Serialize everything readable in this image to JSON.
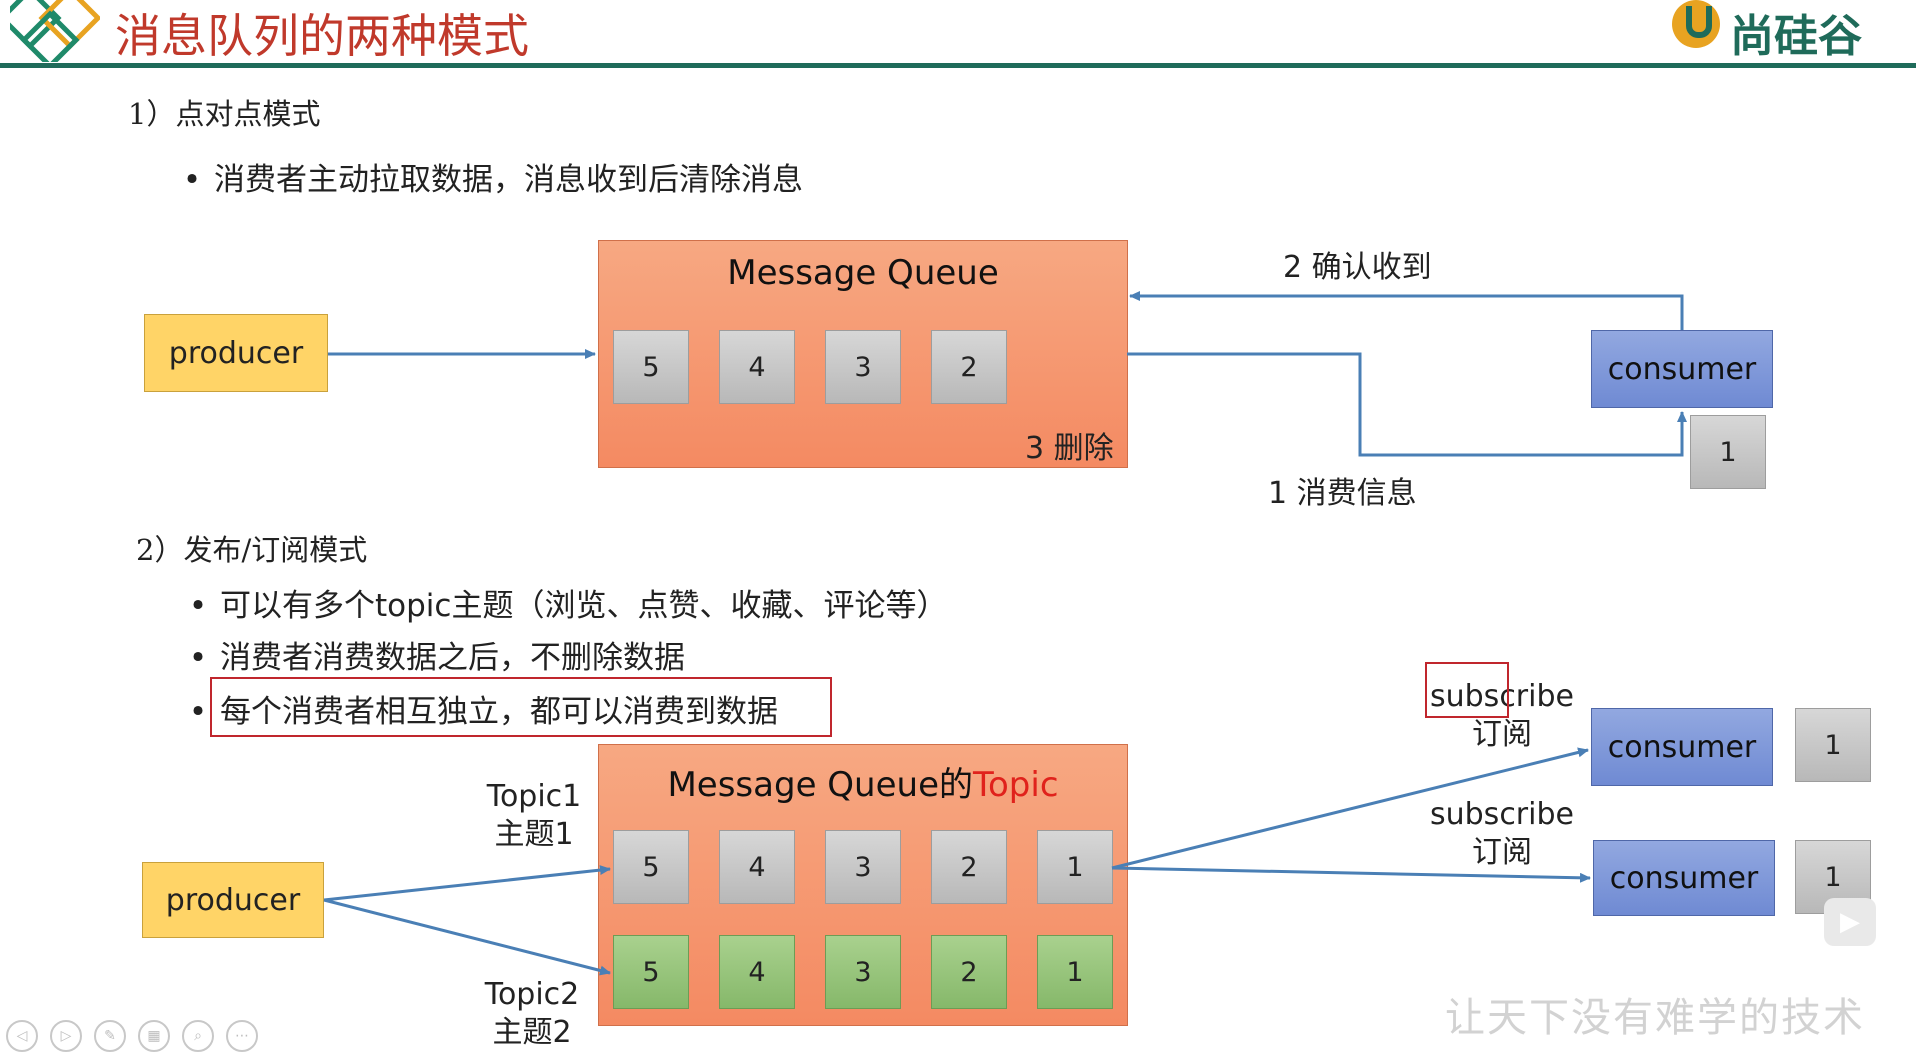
{
  "header": {
    "title": "消息队列的两种模式",
    "logo_text": "尚硅谷"
  },
  "section1": {
    "heading": "1）点对点模式",
    "bullets": [
      "消费者主动拉取数据，消息收到后清除消息"
    ],
    "queue_title": "Message Queue",
    "queue_cells": [
      "5",
      "4",
      "3",
      "2"
    ],
    "delete_label": "3 删除",
    "producer": "producer",
    "consumer": "consumer",
    "consumer_cell": "1",
    "ack_label": "2 确认收到",
    "consume_label": "1 消费信息"
  },
  "section2": {
    "heading": "2）发布/订阅模式",
    "bullets": [
      "可以有多个topic主题（浏览、点赞、收藏、评论等）",
      "消费者消费数据之后，不删除数据",
      "每个消费者相互独立，都可以消费到数据"
    ],
    "queue_title": "Message Queue的",
    "queue_title_accent": "Topic",
    "topic1_name": "Topic1",
    "topic1_cn": "主题1",
    "topic2_name": "Topic2",
    "topic2_cn": "主题2",
    "topic1_cells": [
      "5",
      "4",
      "3",
      "2",
      "1"
    ],
    "topic2_cells": [
      "5",
      "4",
      "3",
      "2",
      "1"
    ],
    "producer": "producer",
    "consumers": [
      {
        "label": "consumer",
        "cell": "1",
        "sub_en": "subscribe",
        "sub_cn": "订阅"
      },
      {
        "label": "consumer",
        "cell": "1",
        "sub_en": "subscribe",
        "sub_cn": "订阅"
      }
    ]
  },
  "footer": {
    "slogan": "让天下没有难学的技术"
  },
  "colors": {
    "title_red": "#c0392b",
    "rule_green": "#1f6b5a",
    "queue_orange": "#f48a62",
    "cell_gray": "#c8c8c8",
    "cell_green": "#95c47a",
    "producer_yellow": "#ffd467",
    "consumer_blue": "#7d96d8",
    "arrow_blue": "#4a7fb5",
    "highlight_red": "#c0262d"
  },
  "icons": [
    "logo-icon",
    "prev-slide-icon",
    "next-slide-icon",
    "pen-icon",
    "grid-icon",
    "zoom-icon",
    "more-icon",
    "play-icon"
  ]
}
